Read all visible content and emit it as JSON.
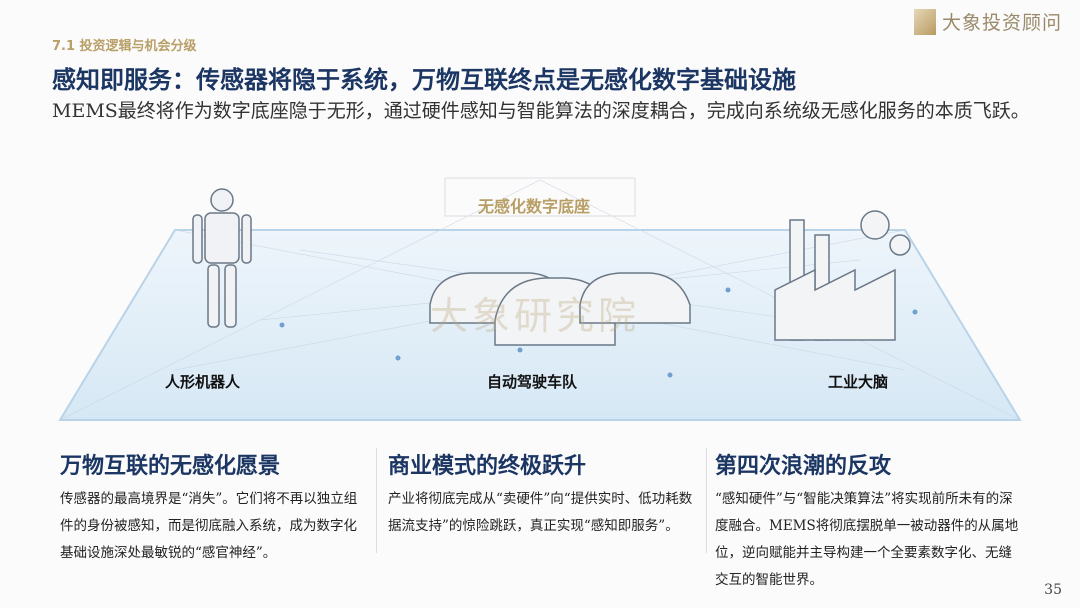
{
  "brand": {
    "name": "大象投资顾问"
  },
  "section": "7.1 投资逻辑与机会分级",
  "title": "感知即服务：传感器将隐于系统，万物互联终点是无感化数字基础设施",
  "subtitle": "MEMS最终将作为数字底座隐于无形，通过硬件感知与智能算法的深度耦合，完成向系统级无感化服务的本质飞跃。",
  "illustration": {
    "base_label": "无感化数字底座",
    "watermark": "大象研究院",
    "labels": [
      "人形机器人",
      "自动驾驶车队",
      "工业大脑"
    ]
  },
  "columns": [
    {
      "heading": "万物互联的无感化愿景",
      "body": "传感器的最高境界是“消失”。它们将不再以独立组件的身份被感知，而是彻底融入系统，成为数字化基础设施深处最敏锐的“感官神经”。"
    },
    {
      "heading": "商业模式的终极跃升",
      "body": "产业将彻底完成从“卖硬件”向“提供实时、低功耗数据流支持”的惊险跳跃，真正实现“感知即服务”。"
    },
    {
      "heading": "第四次浪潮的反攻",
      "body": "“感知硬件”与“智能决策算法”将实现前所未有的深度融合。MEMS将彻底摆脱单一被动器件的从属地位，逆向赋能并主导构建一个全要素数字化、无缝交互的智能世界。"
    }
  ],
  "page_number": "35"
}
